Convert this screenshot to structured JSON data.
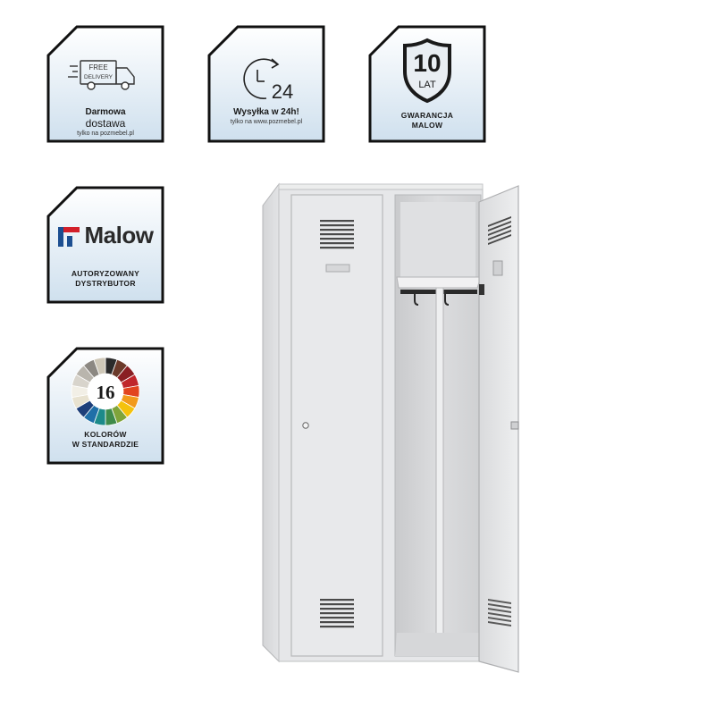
{
  "badges": {
    "delivery": {
      "icon_text_1": "FREE",
      "icon_text_2": "DELIVERY",
      "title": "Darmowa",
      "subtitle": "dostawa",
      "note": "tylko na pozmebel.pl"
    },
    "shipping": {
      "icon_number": "24",
      "title": "Wysyłka w 24h!",
      "note": "tylko na www.pozmebel.pl"
    },
    "warranty": {
      "number": "10",
      "unit": "LAT",
      "line1": "GWARANCJA",
      "line2": "MALOW"
    },
    "malow": {
      "brand": "Malow",
      "line1": "AUTORYZOWANY",
      "line2": "DYSTRYBUTOR"
    },
    "colors": {
      "number": "16",
      "line1": "KOLORÓW",
      "line2": "W STANDARDZIE",
      "palette": [
        "#2b2b2b",
        "#6b3a2a",
        "#8a1f23",
        "#c0262c",
        "#e2441f",
        "#f29a1c",
        "#f4c20d",
        "#7fa43a",
        "#3f8b4a",
        "#1c8a8a",
        "#1f6fa8",
        "#1d3f7a",
        "#e8e2d0",
        "#f2efe6",
        "#d8d4cc",
        "#b9b5ad",
        "#8c8882",
        "#cfc8b8"
      ]
    }
  },
  "product": {
    "name": "metal-locker",
    "color": "#e3e4e6"
  }
}
